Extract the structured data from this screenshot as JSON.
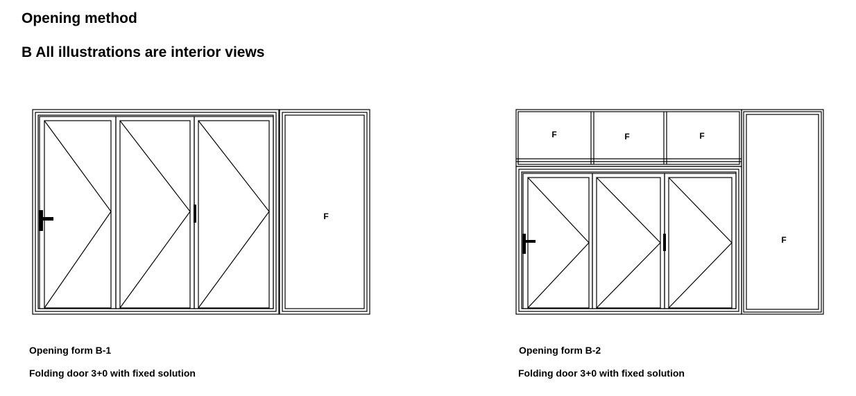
{
  "header": {
    "title": "Opening method",
    "subtitle": "B All illustrations are interior views"
  },
  "diagrams": [
    {
      "form_label": "Opening form B-1",
      "description": "Folding door 3+0 with fixed solution",
      "fixed_label": "F"
    },
    {
      "form_label": "Opening form B-2",
      "description": "Folding door 3+0 with fixed solution",
      "transom_labels": [
        "F",
        "F",
        "F"
      ],
      "fixed_label": "F"
    }
  ],
  "colors": {
    "line": "#000000",
    "background": "#ffffff"
  }
}
